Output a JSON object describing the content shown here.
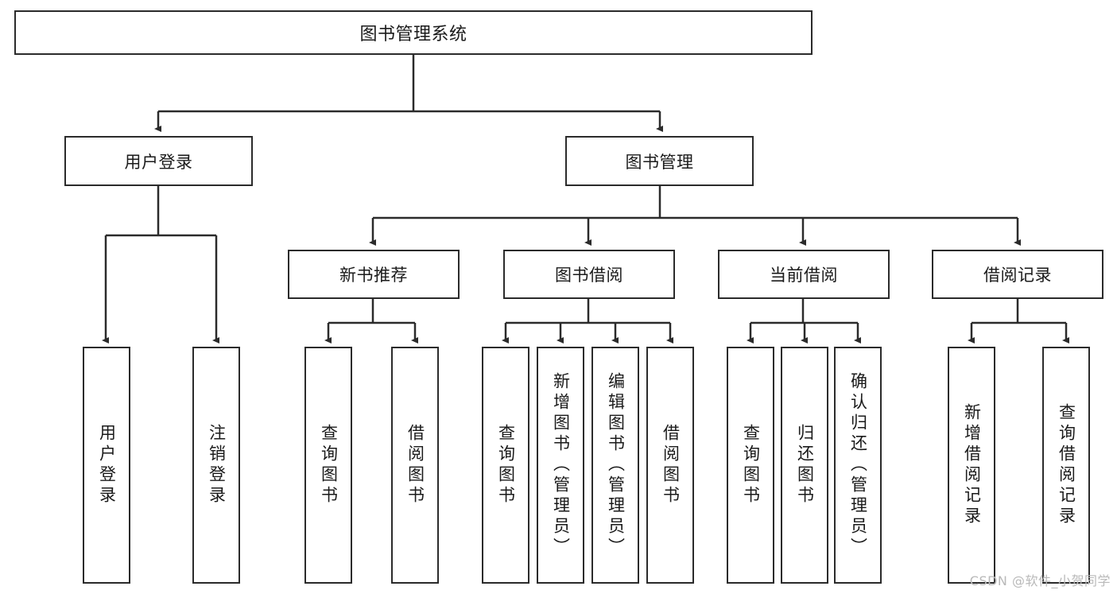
{
  "diagram": {
    "title": "图书管理系统",
    "type": "tree-hierarchy",
    "colors": {
      "box_border": "#2b2b2b",
      "box_fill": "#ffffff",
      "connector": "#2b2b2b",
      "background": "#ffffff",
      "watermark": "#b9b9b9"
    },
    "levels": {
      "root": {
        "label": "图书管理系统"
      },
      "level2": [
        {
          "label": "用户登录"
        },
        {
          "label": "图书管理"
        }
      ],
      "level3": [
        {
          "label": "新书推荐"
        },
        {
          "label": "图书借阅"
        },
        {
          "label": "当前借阅"
        },
        {
          "label": "借阅记录"
        }
      ],
      "leaves": {
        "user_login": [
          {
            "label": "用户登录"
          },
          {
            "label": "注销登录"
          }
        ],
        "new_book_recommend": [
          {
            "label": "查询图书"
          },
          {
            "label": "借阅图书"
          }
        ],
        "book_borrow": [
          {
            "label": "查询图书"
          },
          {
            "label": "新增图书（管理员）"
          },
          {
            "label": "编辑图书（管理员）"
          },
          {
            "label": "借阅图书"
          }
        ],
        "current_borrow": [
          {
            "label": "查询图书"
          },
          {
            "label": "归还图书"
          },
          {
            "label": "确认归还（管理员）"
          }
        ],
        "borrow_record": [
          {
            "label": "新增借阅记录"
          },
          {
            "label": "查询借阅记录"
          }
        ]
      }
    },
    "watermark": "CSDN @软件_小贺同学"
  }
}
